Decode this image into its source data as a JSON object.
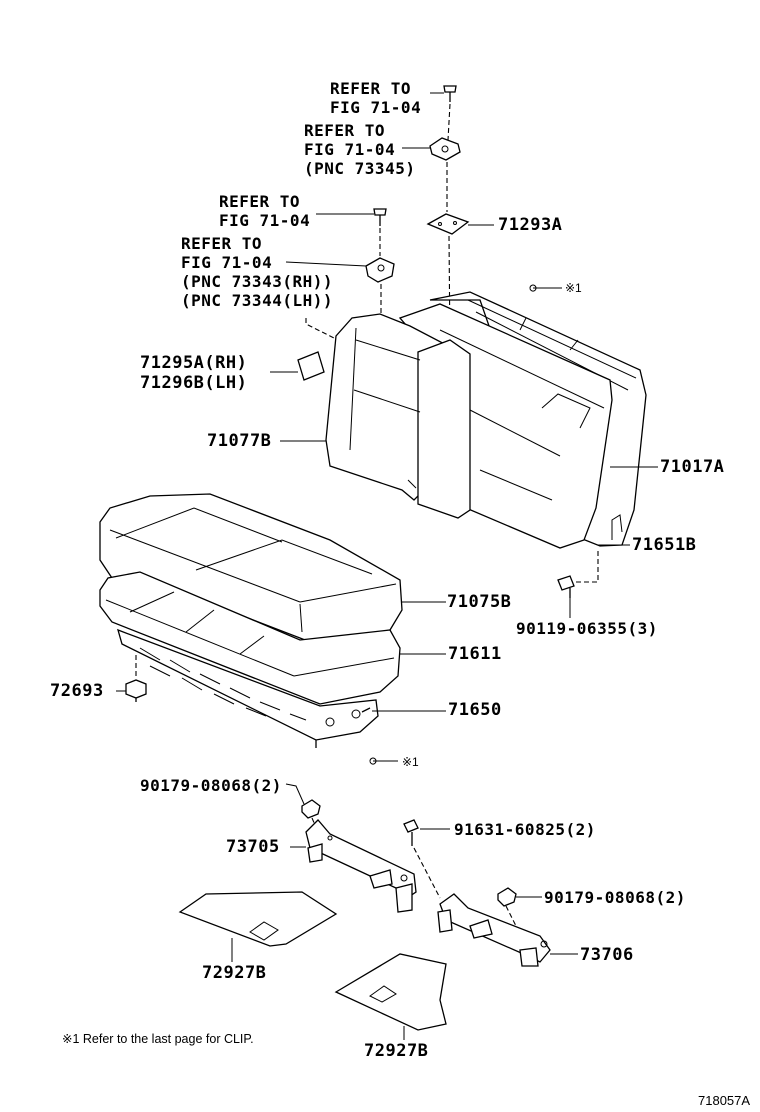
{
  "labels": {
    "refer_bolt_top": [
      "REFER TO",
      "FIG 71-04"
    ],
    "refer_hinge_center": [
      "REFER TO",
      "FIG 71-04",
      "(PNC 73345)"
    ],
    "refer_bolt_left": [
      "REFER TO",
      "FIG 71-04"
    ],
    "refer_hinge_left": [
      "REFER TO",
      "FIG 71-04",
      "(PNC 73343(RH))",
      "(PNC 73344(LH))"
    ],
    "p71293A": "71293A",
    "clip_ref_upper": "※1",
    "p71295A": "71295A(RH)",
    "p71296B": "71296B(LH)",
    "p71077B": "71077B",
    "p71017A": "71017A",
    "p71651B": "71651B",
    "p71075B": "71075B",
    "p90119": "90119-06355(3)",
    "p71611": "71611",
    "p72693": "72693",
    "p71650": "71650",
    "clip_ref_lower": "※1",
    "p90179_left": "90179-08068(2)",
    "p91631": "91631-60825(2)",
    "p73705": "73705",
    "p90179_right": "90179-08068(2)",
    "p73706": "73706",
    "p72927B_left": "72927B",
    "p72927B_right": "72927B"
  },
  "footnote": "※1  Refer to the last page for CLIP.",
  "figure_id": "718057A"
}
